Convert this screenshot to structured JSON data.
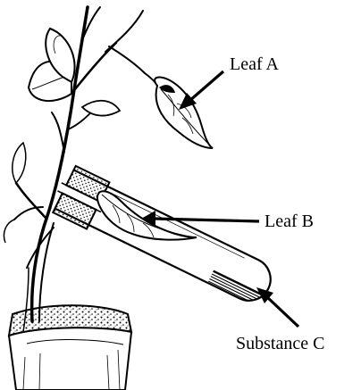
{
  "figure": {
    "labels": {
      "leaf_a": "Leaf A",
      "leaf_b": "Leaf B",
      "substance_c": "Substance C"
    },
    "colors": {
      "ink": "#000000",
      "paper": "#ffffff"
    }
  }
}
